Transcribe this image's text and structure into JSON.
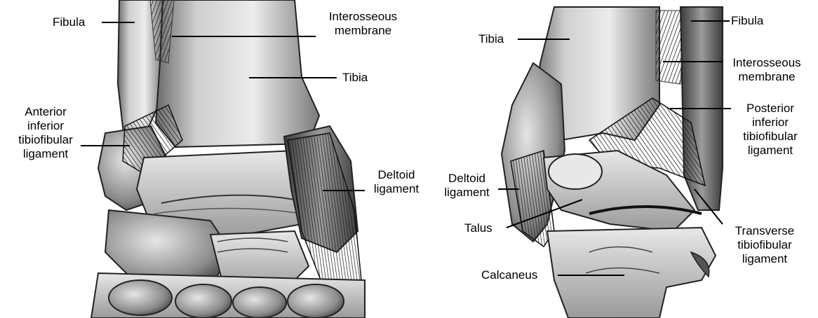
{
  "anterior_view": {
    "labels": {
      "fibula": "Fibula",
      "interosseous_1": "Interosseous",
      "interosseous_2": "membrane",
      "tibia": "Tibia",
      "anterior_1": "Anterior",
      "anterior_2": "inferior",
      "anterior_3": "tibiofibular",
      "anterior_4": "ligament",
      "deltoid_1": "Deltoid",
      "deltoid_2": "ligament"
    }
  },
  "posterior_view": {
    "labels": {
      "tibia": "Tibia",
      "fibula": "Fibula",
      "interosseous_1": "Interosseous",
      "interosseous_2": "membrane",
      "posterior_1": "Posterior",
      "posterior_2": "inferior",
      "posterior_3": "tibiofibular",
      "posterior_4": "ligament",
      "deltoid_1": "Deltoid",
      "deltoid_2": "ligament",
      "talus": "Talus",
      "transverse_1": "Transverse",
      "transverse_2": "tibiofibular",
      "transverse_3": "ligament",
      "calcaneus": "Calcaneus"
    }
  }
}
